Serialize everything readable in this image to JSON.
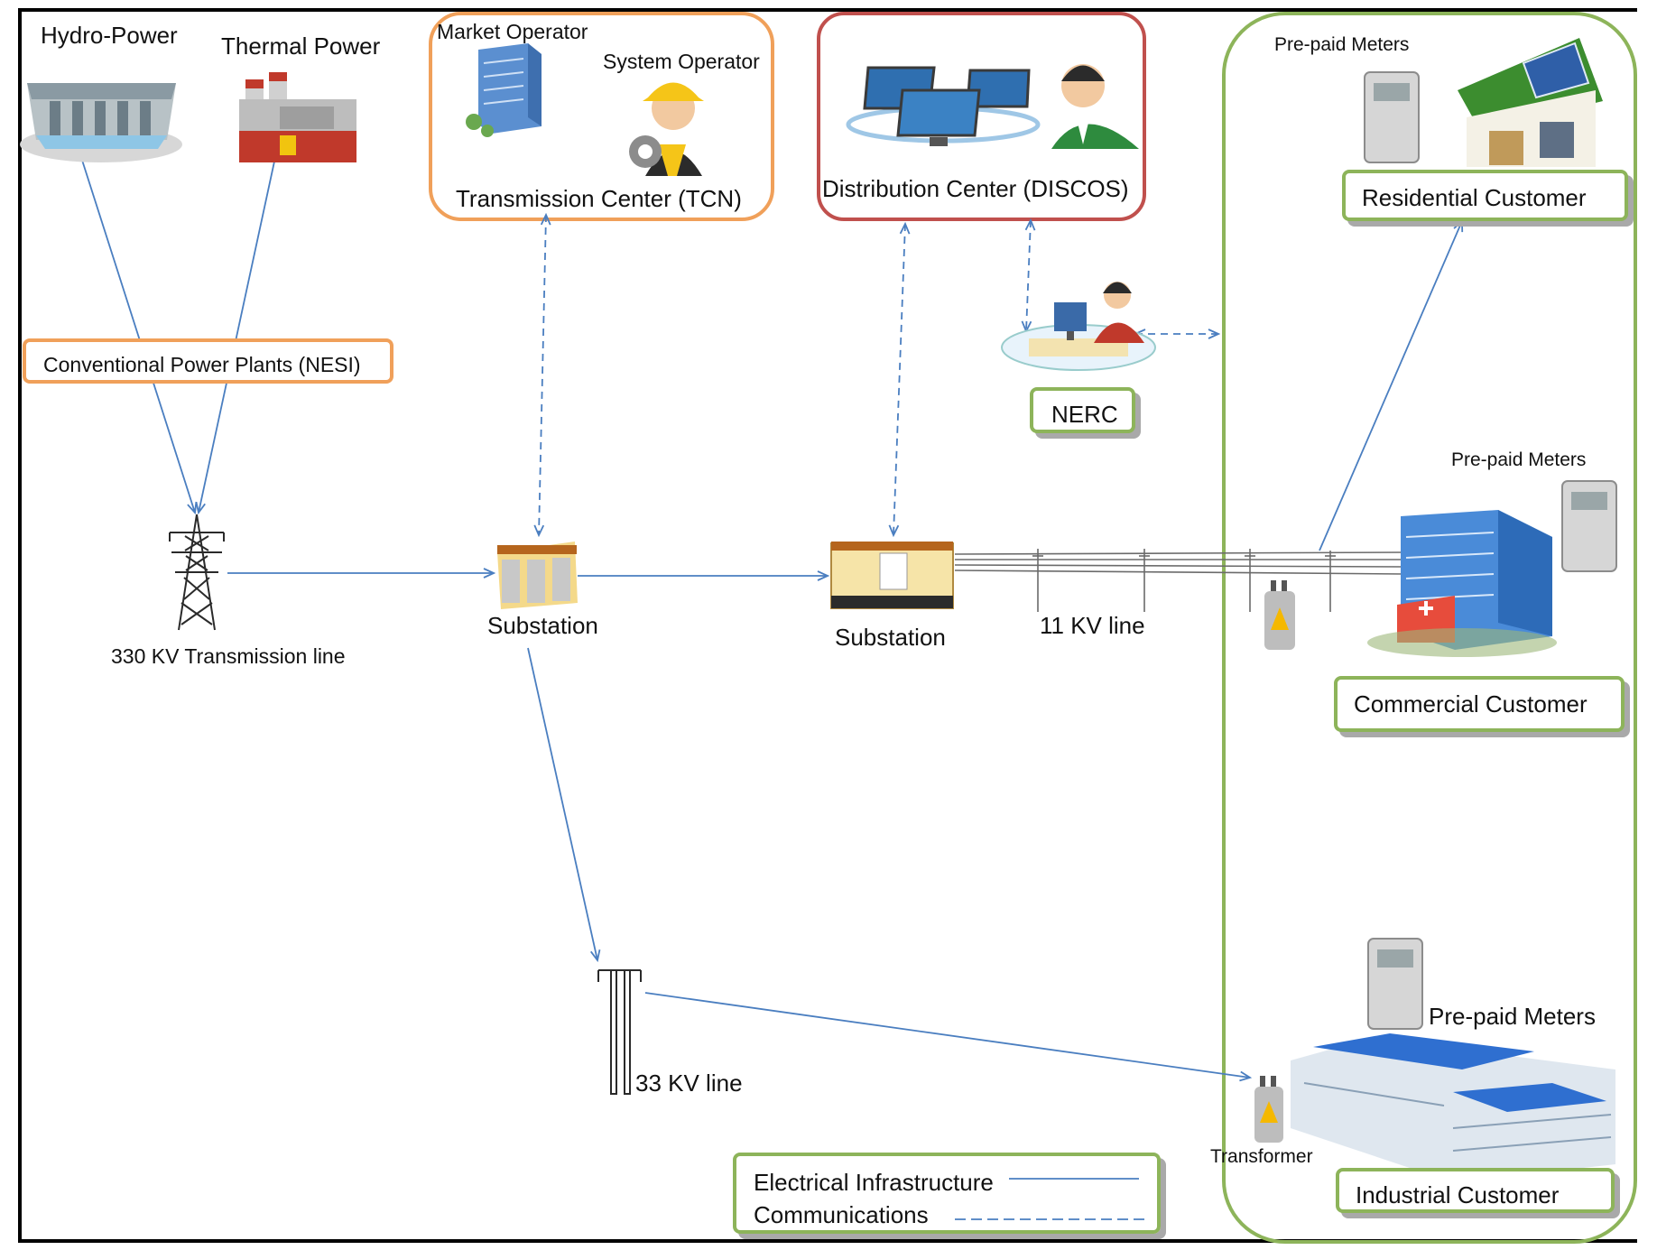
{
  "generation": {
    "hydro_label": "Hydro-Power",
    "thermal_label": "Thermal Power",
    "nesi_label": "Conventional Power Plants (NESI)"
  },
  "transmission": {
    "market_operator_label": "Market Operator",
    "system_operator_label": "System Operator",
    "tcn_label": "Transmission Center (TCN)",
    "line_330_label": "330 KV Transmission line",
    "substation_1_label": "Substation"
  },
  "distribution": {
    "discos_label": "Distribution Center (DISCOS)",
    "substation_2_label": "Substation",
    "line_11_label": "11 KV line",
    "line_33_label": "33 KV line",
    "nerc_label": "NERC"
  },
  "customers": {
    "residential_meter_label": "Pre-paid Meters",
    "residential_label": "Residential Customer",
    "commercial_meter_label": "Pre-paid Meters",
    "commercial_label": "Commercial Customer",
    "industrial_meter_label": "Pre-paid Meters",
    "transformer_label": "Transformer",
    "industrial_label": "Industrial Customer"
  },
  "legend": {
    "electrical_label": "Electrical Infrastructure",
    "communications_label": "Communications"
  },
  "colors": {
    "flow_line": "#4a7ec0",
    "border_orange": "#f0a05a",
    "border_red": "#c0504d",
    "border_green": "#8db45a"
  }
}
